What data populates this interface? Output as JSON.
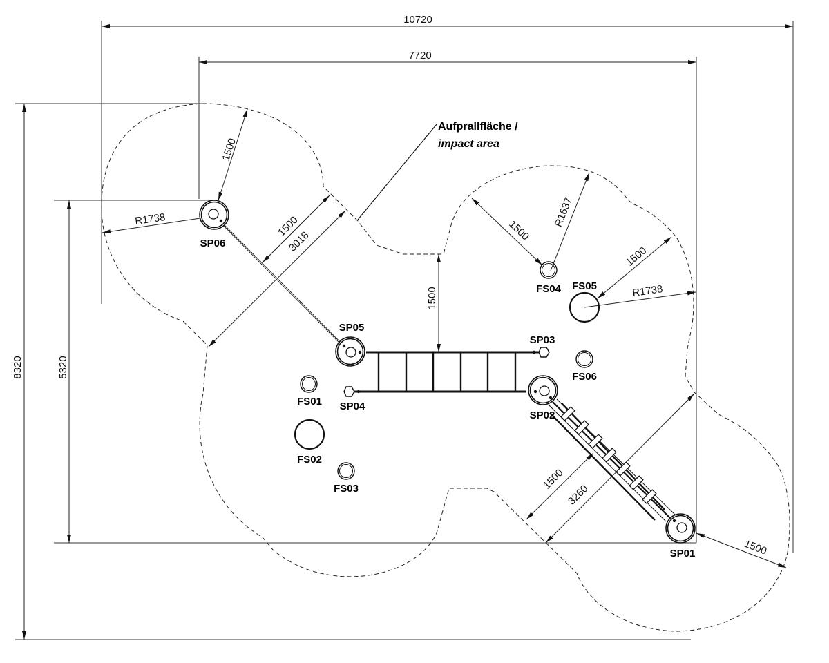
{
  "drawing": {
    "title": "Playground equipment layout plan with impact area",
    "units": "mm",
    "colors": {
      "line": "#111111",
      "background": "#ffffff"
    }
  },
  "overall_dimensions": {
    "total_width": "10720",
    "inner_width": "7720",
    "total_height": "8320",
    "inner_height": "5320"
  },
  "impact_area_note": {
    "line1": "Aufprallfläche /",
    "line2": "impact area"
  },
  "dimensions": {
    "sp06_clearance_top": "1500",
    "sp06_radius": "R1738",
    "sp06_sp05_clearance": "1500",
    "sp06_sp05_width": "3018",
    "net_clearance_vertical": "1500",
    "fs04_clearance": "1500",
    "fs04_radius": "R1637",
    "fs05_clearance": "1500",
    "fs05_radius": "R1738",
    "sp02_sp01_clearance": "1500",
    "sp02_sp01_width": "3260",
    "sp01_clearance": "1500"
  },
  "posts": [
    {
      "id": "SP01",
      "label": "SP01"
    },
    {
      "id": "SP02",
      "label": "SP02"
    },
    {
      "id": "SP03",
      "label": "SP03"
    },
    {
      "id": "SP04",
      "label": "SP04"
    },
    {
      "id": "SP05",
      "label": "SP05"
    },
    {
      "id": "SP06",
      "label": "SP06"
    }
  ],
  "footings": [
    {
      "id": "FS01",
      "label": "FS01"
    },
    {
      "id": "FS02",
      "label": "FS02"
    },
    {
      "id": "FS03",
      "label": "FS03"
    },
    {
      "id": "FS04",
      "label": "FS04"
    },
    {
      "id": "FS05",
      "label": "FS05"
    },
    {
      "id": "FS06",
      "label": "FS06"
    }
  ]
}
